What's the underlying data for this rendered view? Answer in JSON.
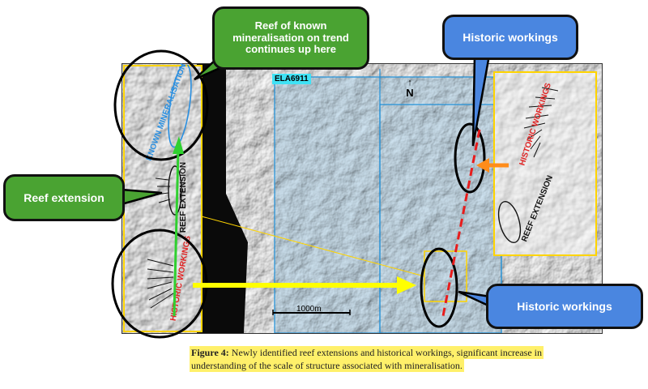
{
  "callouts": {
    "reef_known": "Reef of known mineralisation on trend continues up here",
    "reef_extension": "Reef extension",
    "historic_top": "Historic workings",
    "historic_bottom": "Historic workings"
  },
  "map": {
    "tenement_label": "ELA6911",
    "north_label": "N",
    "scale_label": "1000m",
    "left_inset_labels": {
      "known_mineralisation": "KNOWN MINERALISATION",
      "reef_extension": "REEF EXTENSION",
      "historic_workings": "HISTORIC WORKINGS"
    },
    "right_inset_labels": {
      "historic_workings": "HISTORIC WORKINGS",
      "reef_extension": "REEF EXTENSION"
    }
  },
  "caption": {
    "label": "Figure 4:",
    "text": "Newly identified reef extensions and historical workings, significant increase in understanding of the scale of structure associated with mineralisation."
  },
  "colors": {
    "callout_green": "#4aa332",
    "callout_blue": "#4a86e0",
    "highlight": "#fff06a",
    "label_red": "#e02424",
    "label_blue": "#2a8fe0",
    "arrow_yellow": "#ffff00",
    "arrow_green": "#2fd02f",
    "arrow_orange": "#ff8c1a"
  }
}
